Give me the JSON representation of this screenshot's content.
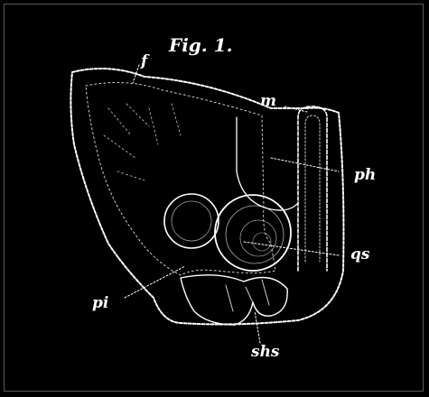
{
  "figure": {
    "title": "Fig. 1.",
    "background": "#000000",
    "line_color": "#ffffff"
  },
  "labels": {
    "f": "f",
    "m": "m",
    "ph": "ph",
    "qs": "qs",
    "pi": "pi",
    "shs": "shs"
  }
}
